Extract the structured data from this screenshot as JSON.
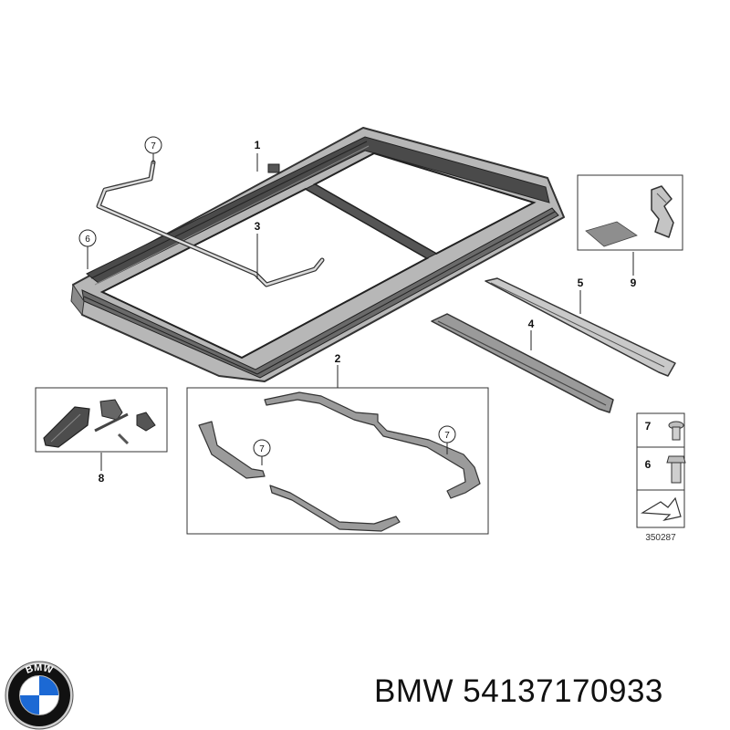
{
  "callouts": {
    "c1": "1",
    "c2": "2",
    "c3": "3",
    "c4": "4",
    "c5": "5",
    "c6": "6",
    "c7": "7",
    "c8": "8",
    "c9": "9",
    "legend_7": "7",
    "legend_6": "6"
  },
  "circled": {
    "seal_top": "7",
    "frame_left": "6",
    "part2_left": "7",
    "part2_right": "7"
  },
  "diagram_ref": "350287",
  "logo": {
    "letters": "BMW",
    "colors": {
      "blue": "#1c69d4",
      "ring": "#111111",
      "white": "#ffffff"
    }
  },
  "brand": {
    "label": "BMW 54137170933"
  }
}
